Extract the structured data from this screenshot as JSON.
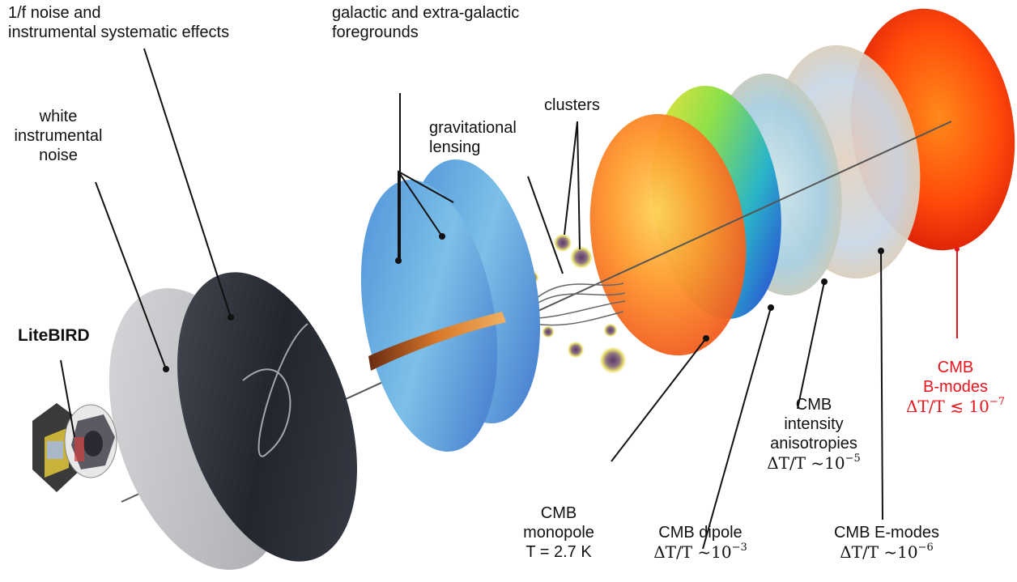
{
  "labels": {
    "one_over_f": [
      "1/f noise and",
      "instrumental systematic effects"
    ],
    "foregrounds": [
      "galactic and extra-galactic",
      "foregrounds"
    ],
    "clusters": "clusters",
    "lensing": [
      "gravitational",
      "lensing"
    ],
    "white_noise": [
      "white",
      "instrumental",
      "noise"
    ],
    "litebird": "LiteBIRD",
    "monopole": [
      "CMB",
      "monopole",
      "T = 2.7 K"
    ],
    "dipole": {
      "title": "CMB dipole",
      "formula": "ΔT/T ~10",
      "exp": "−3"
    },
    "intensity": {
      "lines": [
        "CMB",
        "intensity",
        "anisotropies"
      ],
      "formula": "ΔT/T ~10",
      "exp": "−5"
    },
    "emodes": {
      "title": "CMB E-modes",
      "formula": "ΔT/T ~10",
      "exp": "−6"
    },
    "bmodes": {
      "lines": [
        "CMB",
        "B-modes"
      ],
      "formula": "ΔT/T ≲ 10",
      "exp": "−7"
    }
  },
  "colors": {
    "bmodes_label": "#e8141c",
    "leader_line": "#111111",
    "text": "#111111"
  }
}
